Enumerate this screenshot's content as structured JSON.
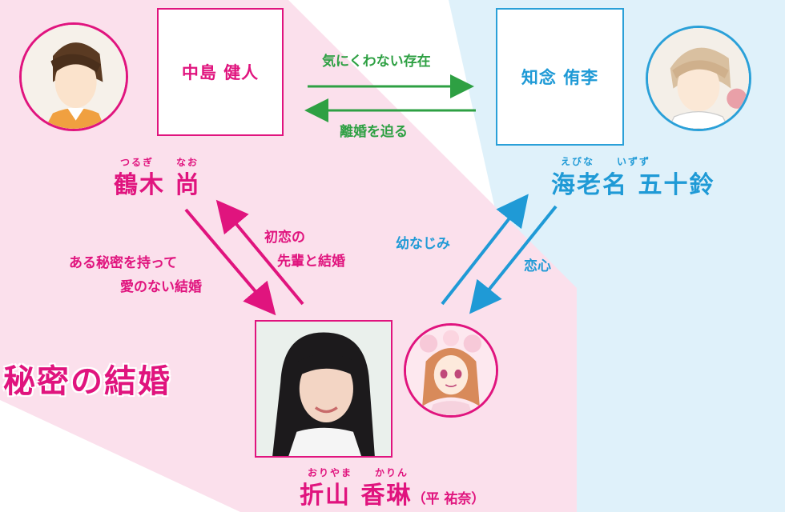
{
  "colors": {
    "pink": "#e0147e",
    "blue": "#1f9ad6",
    "green": "#2ea043",
    "pink_bg": "#fbe0ec",
    "blue_bg": "#dff1fa"
  },
  "characters": {
    "nakajima": {
      "box_label": "中島 健人",
      "role_ruby": "つるぎ　　なお",
      "role_name": "鶴木 尚"
    },
    "chinen": {
      "box_label": "知念 侑李",
      "role_ruby": "えびな　　いずず",
      "role_name": "海老名 五十鈴"
    },
    "heroine": {
      "role_ruby": "おりやま　　かりん",
      "role_name": "折山 香琳",
      "actor": "（平 祐奈）"
    }
  },
  "relations": {
    "nakajima_to_chinen": "気にくわない存在",
    "chinen_to_nakajima": "離婚を迫る",
    "tsurugi_to_karin_line1": "ある秘密を持って",
    "tsurugi_to_karin_line2": "愛のない結婚",
    "karin_to_tsurugi_line1": "初恋の",
    "karin_to_tsurugi_line2": "先輩と結婚",
    "karin_to_ebina": "幼なじみ",
    "ebina_to_karin": "恋心"
  },
  "group_title": "秘密の結婚",
  "icons": [
    "man-portrait-icon",
    "boy-portrait-icon",
    "girl-portrait-icon",
    "actress-photo"
  ]
}
